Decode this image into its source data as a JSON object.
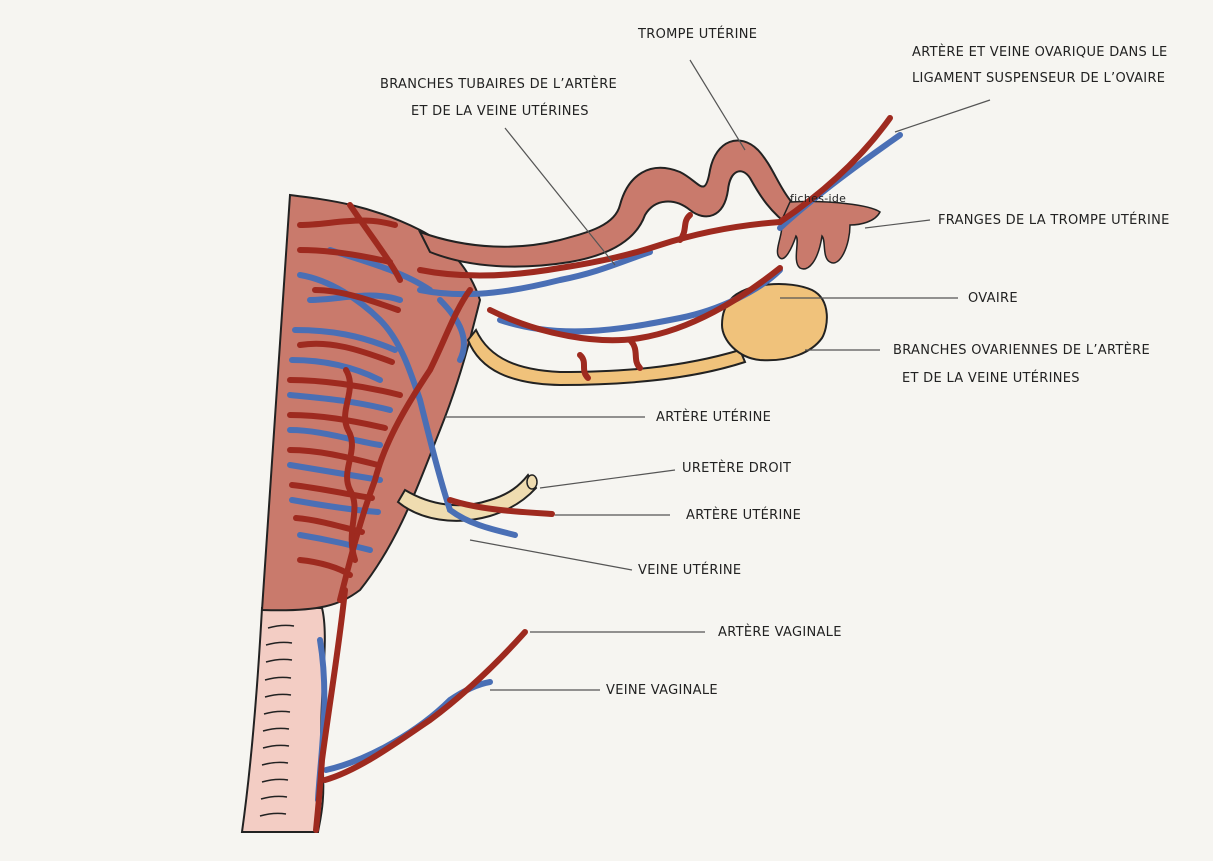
{
  "labels": {
    "trompe": "TROMPE UTÉRINE",
    "branches_tubaires_l1": "BRANCHES TUBAIRES DE L’ARTÈRE",
    "branches_tubaires_l2": "ET DE LA VEINE UTÉRINES",
    "artere_ovarique_l1": "ARTÈRE ET VEINE OVARIQUE DANS LE",
    "artere_ovarique_l2": "LIGAMENT SUSPENSEUR DE L’OVAIRE",
    "franges": "FRANGES DE LA TROMPE UTÉRINE",
    "ovaire": "OVAIRE",
    "branches_ovariennes_l1": "BRANCHES OVARIENNES DE L’ARTÈRE",
    "branches_ovariennes_l2": "ET DE LA VEINE UTÉRINES",
    "artere_uterine_1": "ARTÈRE UTÉRINE",
    "uretere": "URETÈRE DROIT",
    "artere_uterine_2": "ARTÈRE UTÉRINE",
    "veine_uterine": "VEINE UTÉRINE",
    "artere_vaginale": "ARTÈRE VAGINALE",
    "veine_vaginale": "VEINE VAGINALE"
  },
  "watermark": "fiches-ide",
  "colors": {
    "background": "#f6f5f1",
    "uterus": "#c97a6c",
    "artery": "#9e2a1f",
    "vein": "#4a6fb5",
    "ovary": "#f0c27b",
    "ureter": "#efdcb0",
    "vagina": "#f3cdc4",
    "leader": "#555555"
  }
}
